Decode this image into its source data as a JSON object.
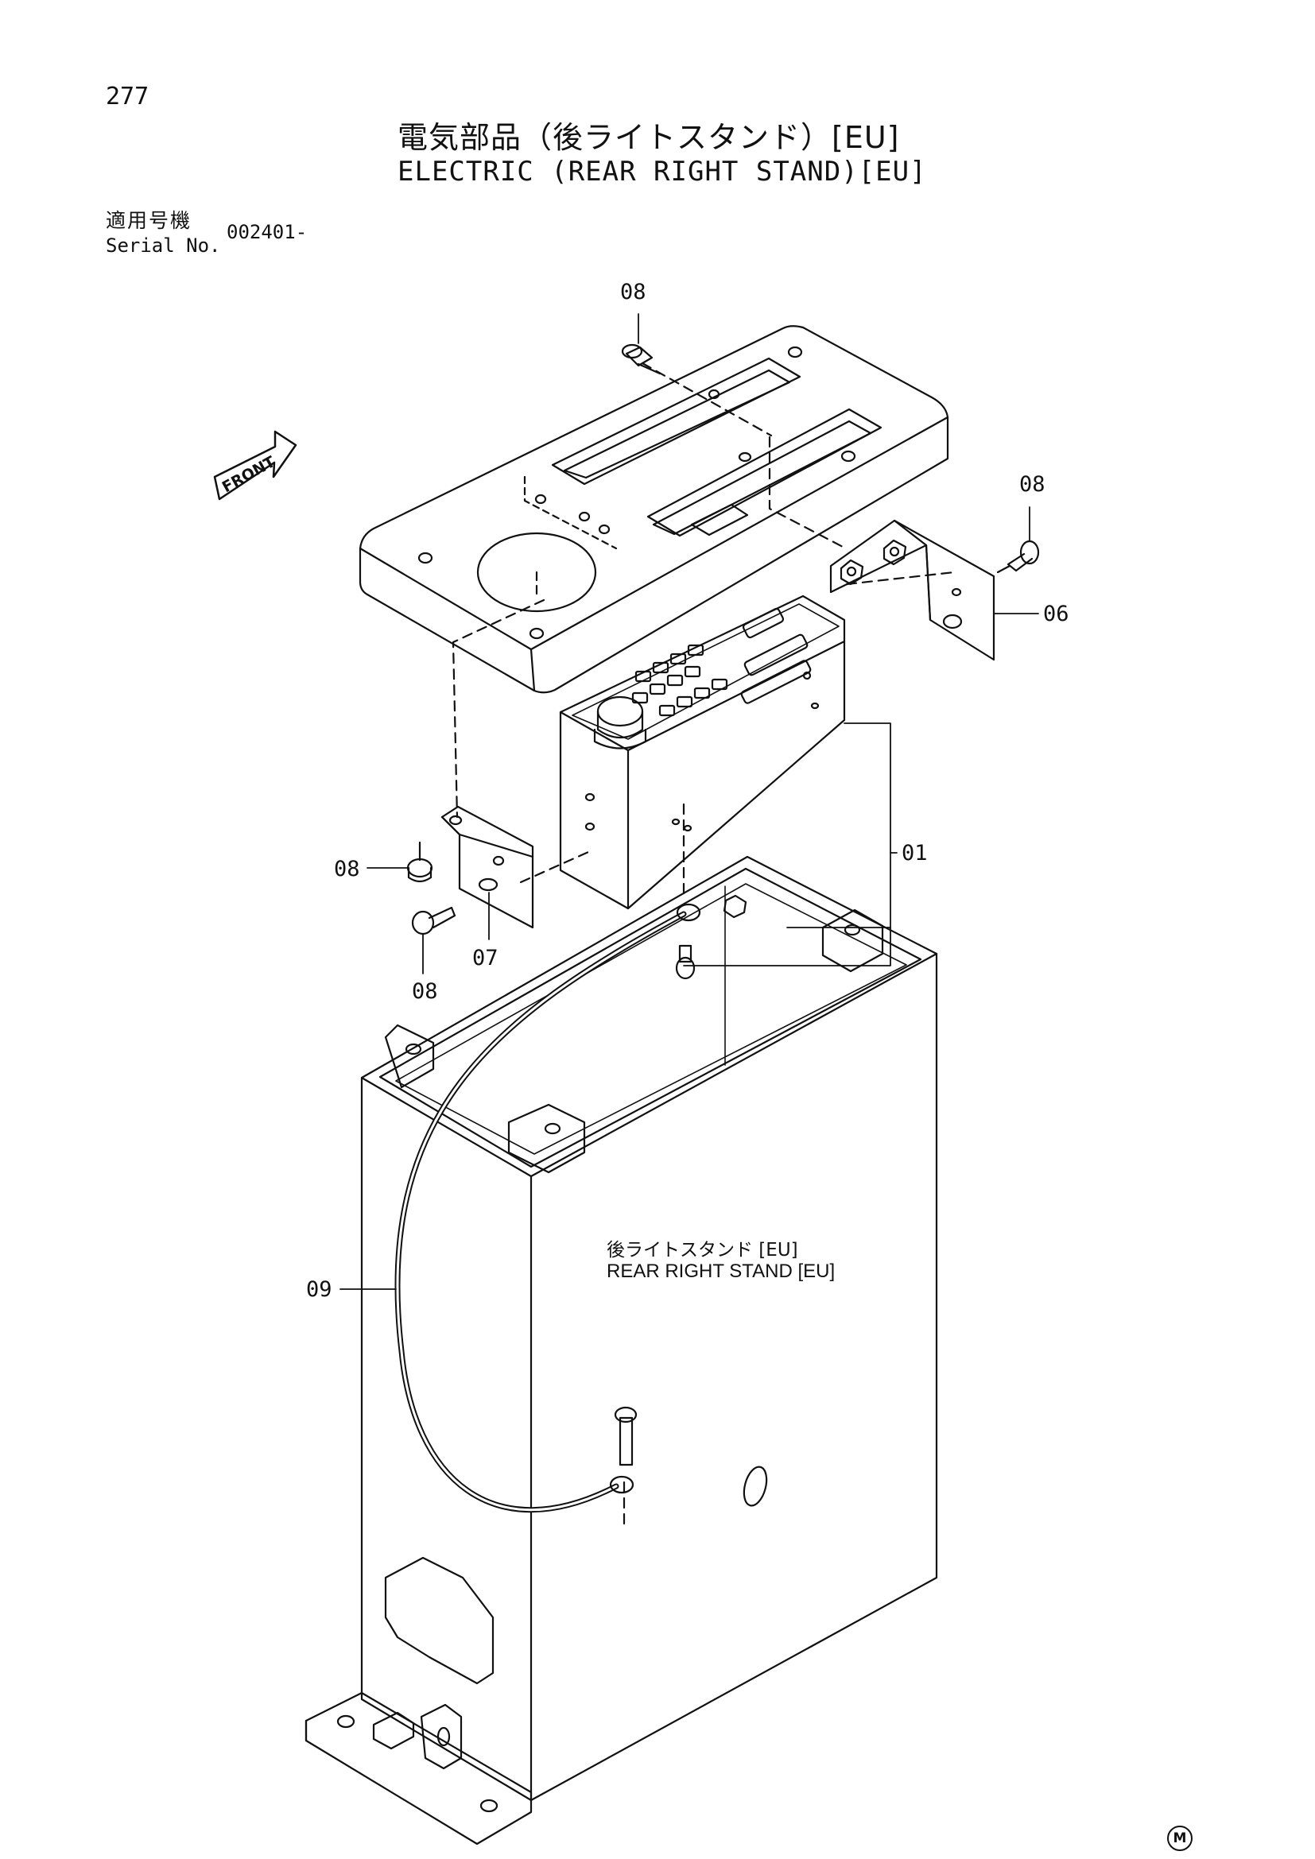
{
  "page": {
    "number": "277"
  },
  "title": {
    "jp": "電気部品（後ライトスタンド）[EU]",
    "en": "ELECTRIC (REAR RIGHT STAND)[EU]"
  },
  "serial": {
    "label_jp": "適用号機",
    "label_en": "Serial No.",
    "value": "002401-"
  },
  "front_arrow": {
    "label": "FRONT"
  },
  "assembly_label": {
    "jp": "後ライトスタンド [EU]",
    "en": "REAR RIGHT STAND [EU]"
  },
  "callouts": [
    {
      "id": "08",
      "label": "08"
    },
    {
      "id": "08",
      "label": "08"
    },
    {
      "id": "06",
      "label": "06"
    },
    {
      "id": "01",
      "label": "01"
    },
    {
      "id": "08",
      "label": "08"
    },
    {
      "id": "07",
      "label": "07"
    },
    {
      "id": "08",
      "label": "08"
    },
    {
      "id": "09",
      "label": "09"
    }
  ],
  "mark": "M"
}
